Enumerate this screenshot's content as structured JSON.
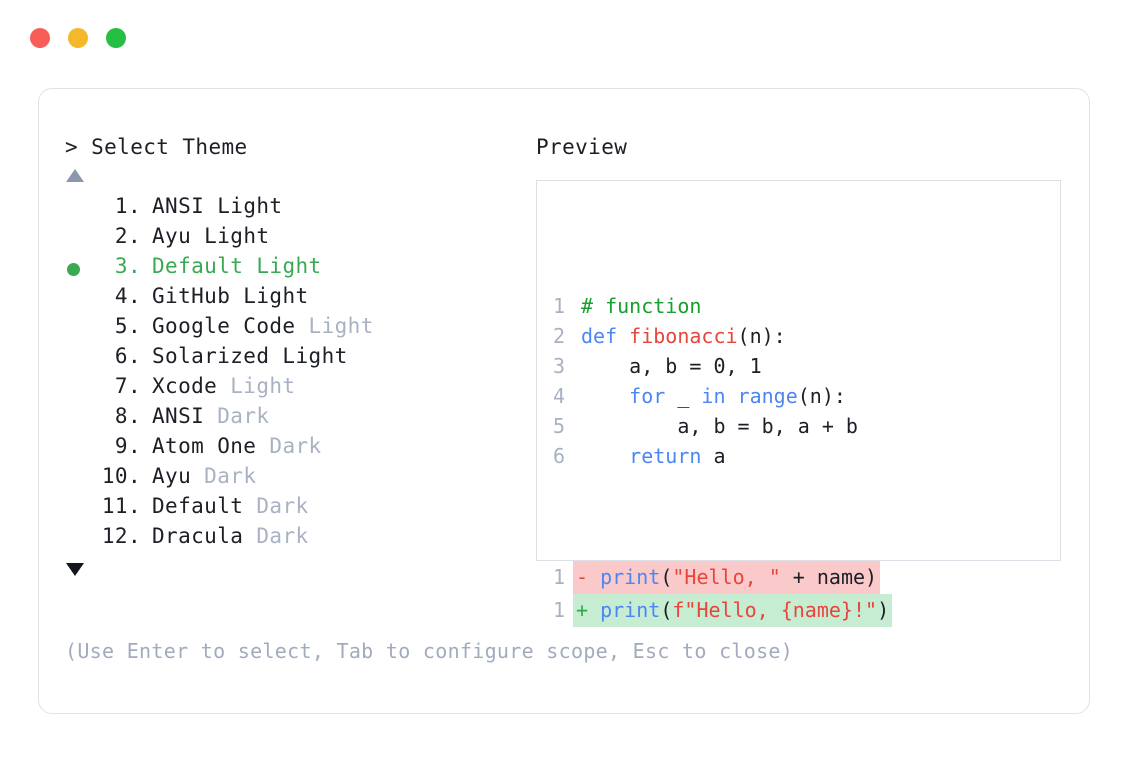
{
  "window": {
    "traffic_lights": [
      {
        "name": "close",
        "color": "#f85e57"
      },
      {
        "name": "minimize",
        "color": "#f5b82b"
      },
      {
        "name": "maximize",
        "color": "#26bf44"
      }
    ]
  },
  "left_panel": {
    "prompt": "> Select Theme",
    "scroll_up_icon": "triangle-up-icon",
    "scroll_down_icon": "triangle-down-icon",
    "selected_index": 3,
    "themes": [
      {
        "num": "1.",
        "name": "ANSI",
        "variant": "Light",
        "variant_muted": false,
        "selected": false
      },
      {
        "num": "2.",
        "name": "Ayu",
        "variant": "Light",
        "variant_muted": false,
        "selected": false
      },
      {
        "num": "3.",
        "name": "Default",
        "variant": "Light",
        "variant_muted": false,
        "selected": true
      },
      {
        "num": "4.",
        "name": "GitHub",
        "variant": "Light",
        "variant_muted": false,
        "selected": false
      },
      {
        "num": "5.",
        "name": "Google Code",
        "variant": "Light",
        "variant_muted": true,
        "selected": false
      },
      {
        "num": "6.",
        "name": "Solarized",
        "variant": "Light",
        "variant_muted": false,
        "selected": false
      },
      {
        "num": "7.",
        "name": "Xcode",
        "variant": "Light",
        "variant_muted": true,
        "selected": false
      },
      {
        "num": "8.",
        "name": "ANSI",
        "variant": "Dark",
        "variant_muted": true,
        "selected": false
      },
      {
        "num": "9.",
        "name": "Atom One",
        "variant": "Dark",
        "variant_muted": true,
        "selected": false
      },
      {
        "num": "10.",
        "name": "Ayu",
        "variant": "Dark",
        "variant_muted": true,
        "selected": false
      },
      {
        "num": "11.",
        "name": "Default",
        "variant": "Dark",
        "variant_muted": true,
        "selected": false
      },
      {
        "num": "12.",
        "name": "Dracula",
        "variant": "Dark",
        "variant_muted": true,
        "selected": false
      }
    ],
    "hint": "(Use Enter to select, Tab to configure scope, Esc to close)"
  },
  "right_panel": {
    "label": "Preview",
    "code_lines": [
      {
        "ln": "1",
        "tokens": [
          {
            "t": "# function",
            "c": "comment"
          }
        ]
      },
      {
        "ln": "2",
        "tokens": [
          {
            "t": "def ",
            "c": "kw"
          },
          {
            "t": "fibonacci",
            "c": "fn"
          },
          {
            "t": "(n):",
            "c": "plain"
          }
        ]
      },
      {
        "ln": "3",
        "tokens": [
          {
            "t": "    a, b = 0, 1",
            "c": "plain"
          }
        ]
      },
      {
        "ln": "4",
        "tokens": [
          {
            "t": "    ",
            "c": "plain"
          },
          {
            "t": "for",
            "c": "kw"
          },
          {
            "t": " _ ",
            "c": "plain"
          },
          {
            "t": "in range",
            "c": "kw"
          },
          {
            "t": "(n):",
            "c": "plain"
          }
        ]
      },
      {
        "ln": "5",
        "tokens": [
          {
            "t": "        a, b = b, a + b",
            "c": "plain"
          }
        ]
      },
      {
        "ln": "6",
        "tokens": [
          {
            "t": "    ",
            "c": "plain"
          },
          {
            "t": "return",
            "c": "kw"
          },
          {
            "t": " a",
            "c": "plain"
          }
        ]
      }
    ],
    "diff_lines": [
      {
        "ln": "1",
        "kind": "del",
        "marker": "-",
        "tokens": [
          {
            "t": "print",
            "c": "kw"
          },
          {
            "t": "(",
            "c": "plain"
          },
          {
            "t": "\"Hello, \"",
            "c": "str"
          },
          {
            "t": " + name)",
            "c": "plain"
          }
        ]
      },
      {
        "ln": "1",
        "kind": "add",
        "marker": "+",
        "tokens": [
          {
            "t": "print",
            "c": "kw"
          },
          {
            "t": "(",
            "c": "plain"
          },
          {
            "t": "f\"Hello, {name}!\"",
            "c": "str"
          },
          {
            "t": ")",
            "c": "plain"
          }
        ]
      }
    ]
  },
  "colors": {
    "comment": "#16a02c",
    "keyword": "#4c86f5",
    "function": "#e8453c",
    "string": "#e8453c",
    "selected": "#3aaa52",
    "muted": "#a9b2c3",
    "diff_del_bg": "#fac9c9",
    "diff_add_bg": "#c6ecd2"
  }
}
